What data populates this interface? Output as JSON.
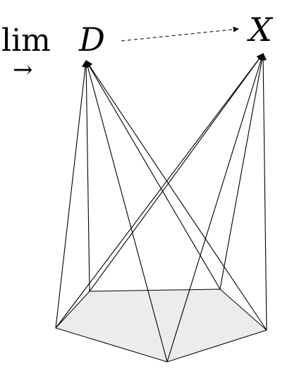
{
  "labels": {
    "colimit_lim": "lim",
    "colimit_D": "D",
    "colimit_arrow": "→",
    "target_X": "X"
  },
  "colors": {
    "line": "#000000",
    "base_fill": "#ececec",
    "background": "#ffffff"
  },
  "diagram": {
    "apexes": [
      "colimit",
      "X"
    ],
    "base_vertices": [
      "v1",
      "v2",
      "v3",
      "v4",
      "v5"
    ],
    "dashed_edges": [
      [
        "colimit",
        "X"
      ]
    ],
    "cocone_edges": [
      [
        "v1",
        "colimit"
      ],
      [
        "v2",
        "colimit"
      ],
      [
        "v3",
        "colimit"
      ],
      [
        "v4",
        "colimit"
      ],
      [
        "v5",
        "colimit"
      ],
      [
        "v1",
        "X"
      ],
      [
        "v2",
        "X"
      ],
      [
        "v3",
        "X"
      ],
      [
        "v4",
        "X"
      ],
      [
        "v5",
        "X"
      ]
    ]
  }
}
